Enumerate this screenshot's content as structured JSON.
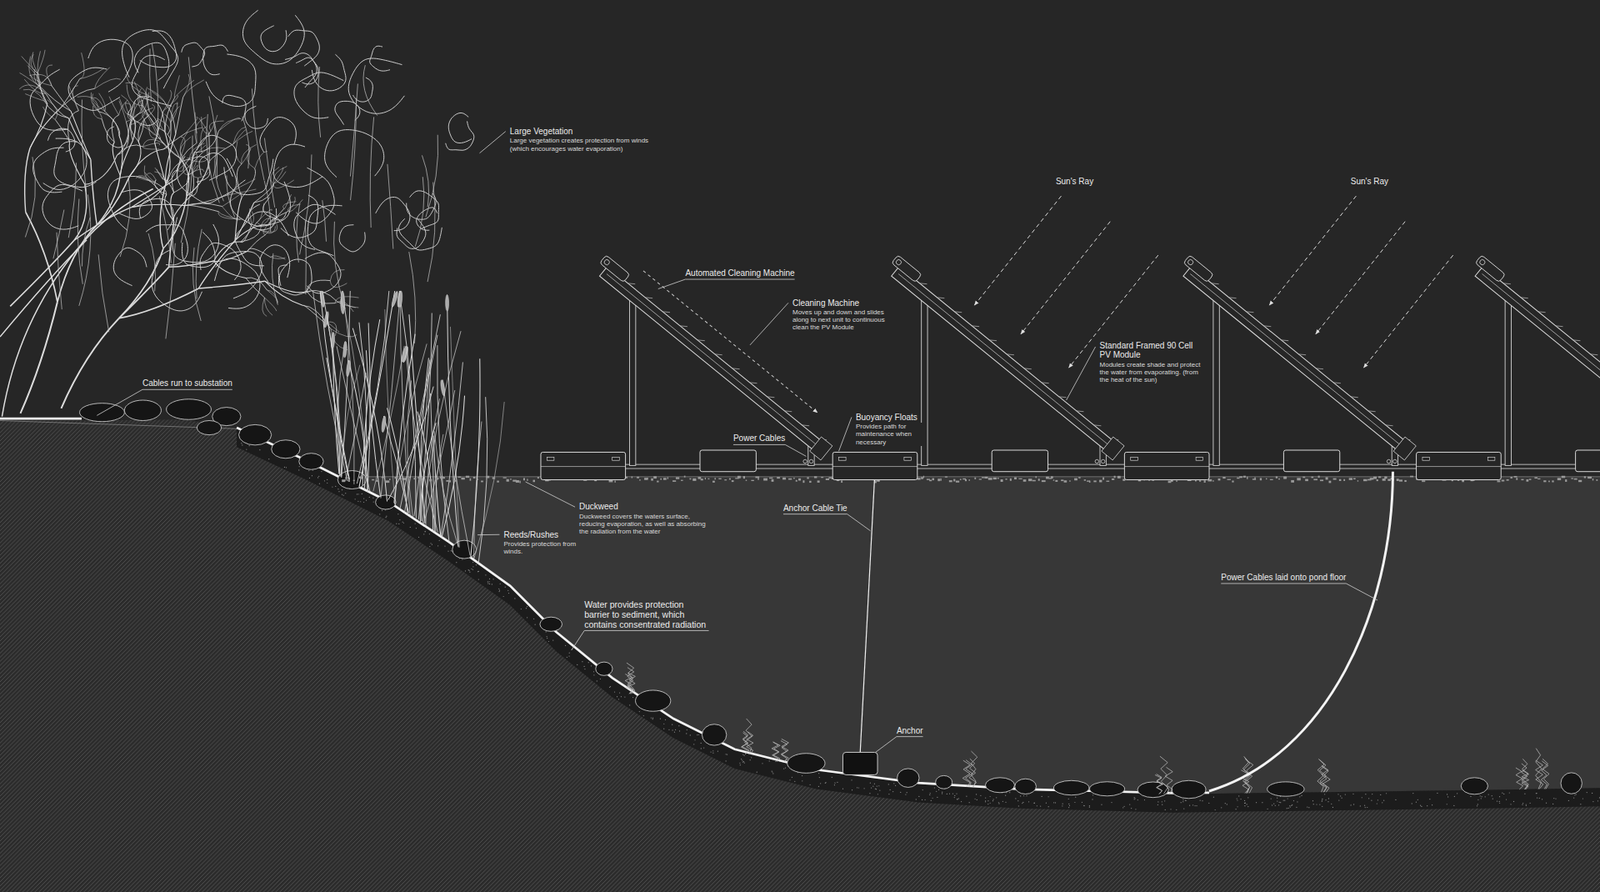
{
  "diagram": {
    "labels": [
      "Large Vegetation",
      "Large vegetation creates protection from winds (which encourages water evaporation)",
      "Sun's Ray",
      "Sun's Ray",
      "Automated Cleaning Machine",
      "Cleaning Machine",
      "Moves up and down and slides along to next unit to continuous clean the PV Module",
      "Standard Framed 90 Cell PV Module",
      "Modules create shade and protect the water from evaporating. (from the heat of the sun)",
      "Cables run to substation",
      "Power Cables",
      "Buoyancy Floats",
      "Provides path for maintenance when necessary",
      "Duckweed",
      "Duckweed covers the waters surface, reducing evaporation, as well as absorbing the radiation from the water",
      "Reeds/Rushes",
      "Provides protection from winds.",
      "Anchor Cable Tie",
      "Water provides protection barrier to sediment, which contains consentrated radiation",
      "Power Cables laid onto pond floor",
      "Anchor"
    ]
  }
}
